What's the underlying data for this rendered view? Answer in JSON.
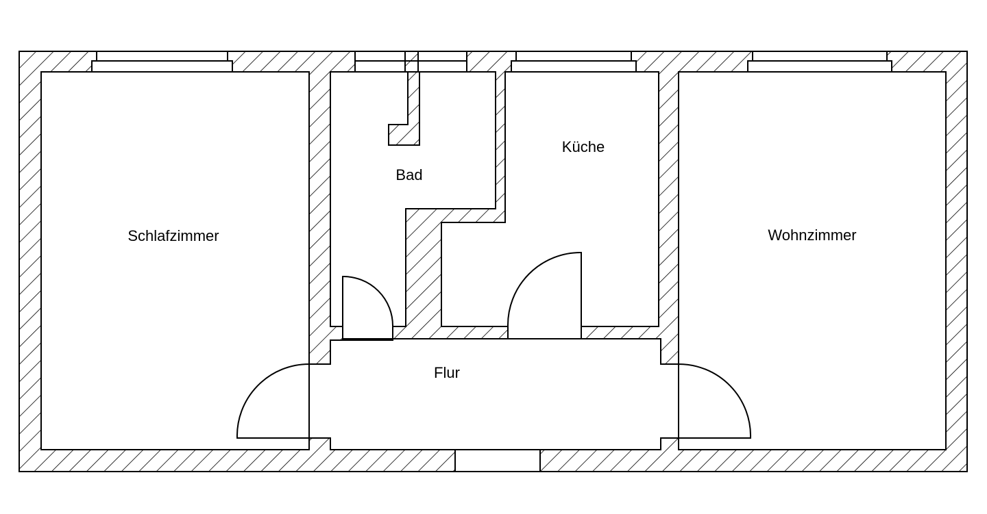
{
  "rooms": {
    "schlafzimmer": "Schlafzimmer",
    "bad": "Bad",
    "kueche": "Küche",
    "wohnzimmer": "Wohnzimmer",
    "flur": "Flur"
  },
  "colors": {
    "line": "#000000",
    "background": "#ffffff"
  }
}
